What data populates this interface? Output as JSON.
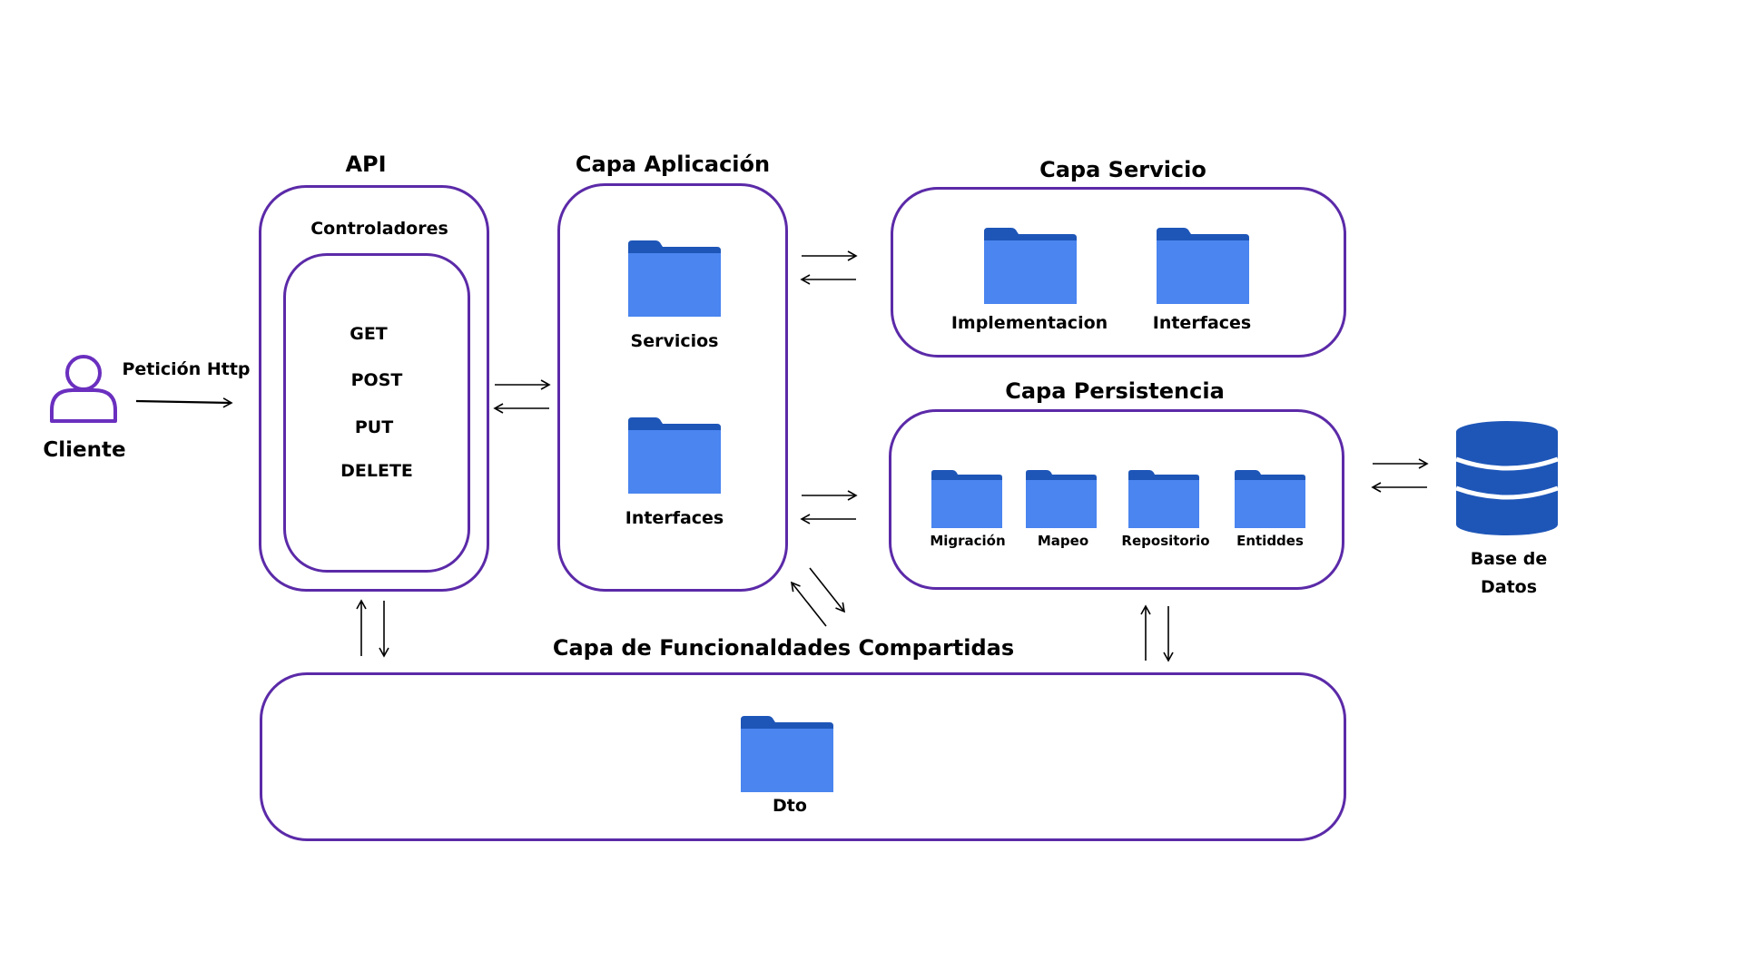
{
  "colors": {
    "border": "#5b2aa8",
    "folder_tab": "#1e56b8",
    "folder_body": "#4a85f0",
    "database": "#1e56b8",
    "text": "#000000"
  },
  "client": {
    "icon": "user-icon",
    "label": "Cliente",
    "arrow_label": "Petición Http"
  },
  "api": {
    "title": "API",
    "subtitle": "Controladores",
    "methods": [
      "GET",
      "POST",
      "PUT",
      "DELETE"
    ]
  },
  "aplicacion": {
    "title": "Capa Aplicación",
    "folders": [
      "Servicios",
      "Interfaces"
    ]
  },
  "servicio": {
    "title": "Capa Servicio",
    "folders": [
      "Implementacion",
      "Interfaces"
    ]
  },
  "persistencia": {
    "title": "Capa Persistencia",
    "folders": [
      "Migración",
      "Mapeo",
      "Repositorio",
      "Entiddes"
    ]
  },
  "compartidas": {
    "title": "Capa de Funcionaldades Compartidas",
    "folders": [
      "Dto"
    ]
  },
  "database": {
    "icon": "database-icon",
    "label_line1": "Base de",
    "label_line2": "Datos"
  }
}
